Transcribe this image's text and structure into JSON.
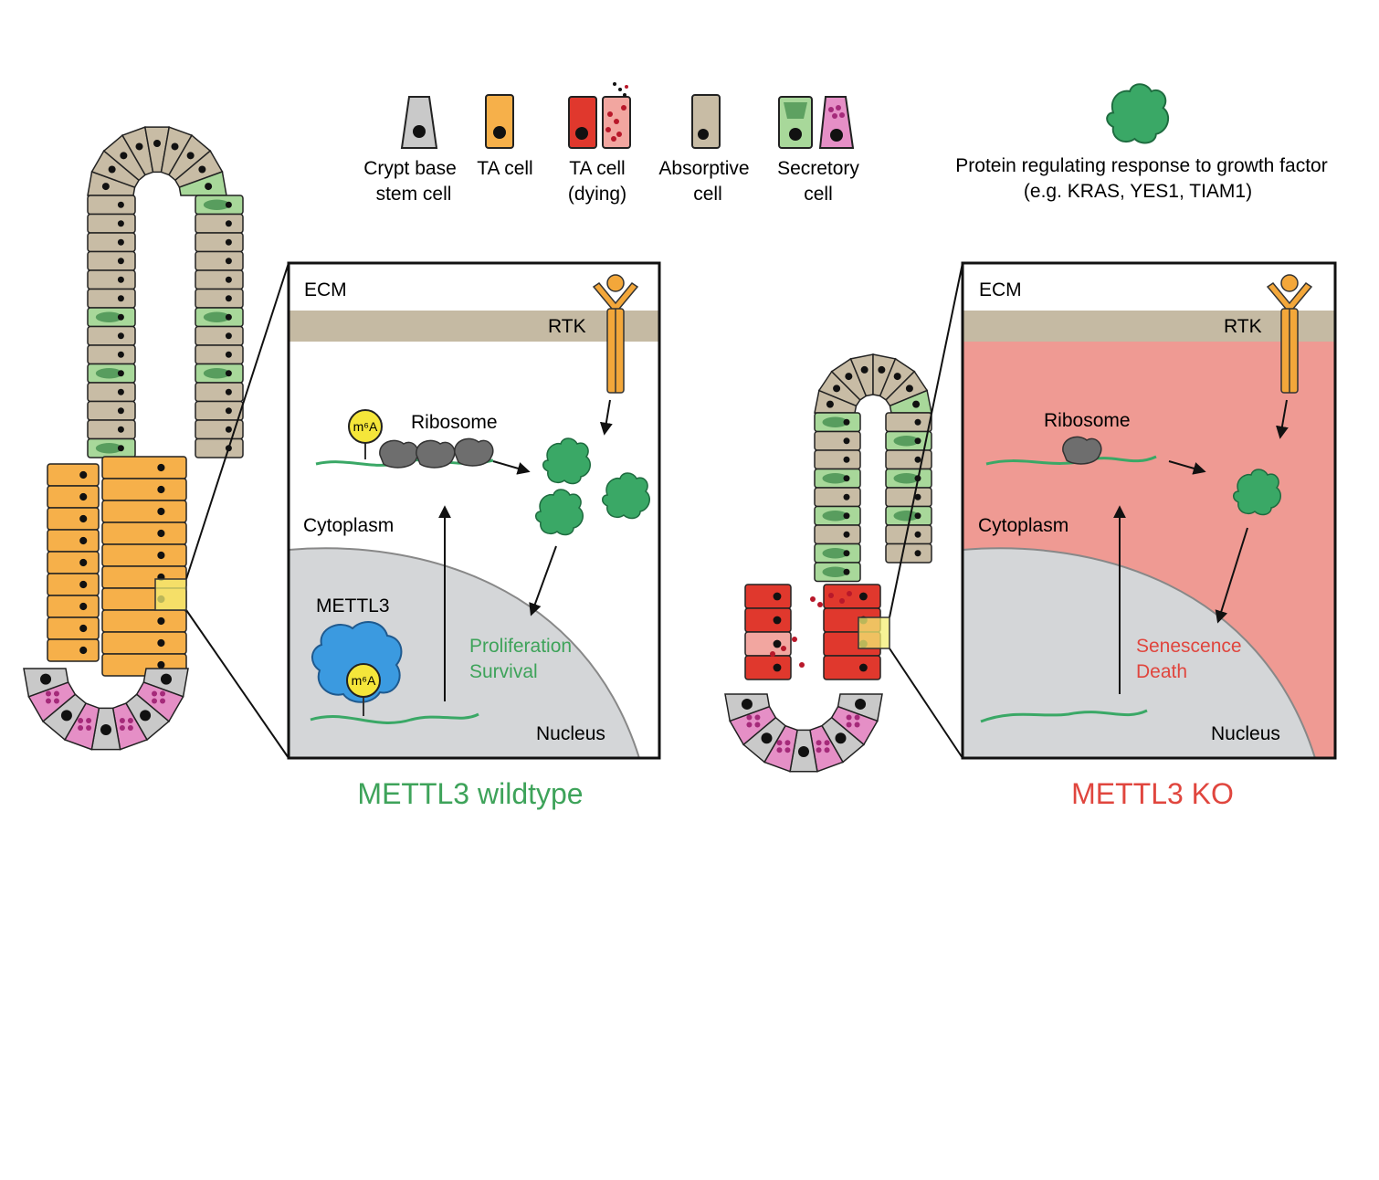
{
  "legend": {
    "items": [
      {
        "line1": "Crypt base",
        "line2": "stem cell"
      },
      {
        "line1": "TA cell",
        "line2": ""
      },
      {
        "line1": "TA cell",
        "line2": "(dying)"
      },
      {
        "line1": "Absorptive",
        "line2": "cell"
      },
      {
        "line1": "Secretory",
        "line2": "cell"
      }
    ],
    "protein_line1": "Protein regulating response to growth factor",
    "protein_line2": "(e.g. KRAS, YES1, TIAM1)"
  },
  "panels": [
    {
      "ecm": "ECM",
      "rtk": "RTK",
      "ribosome": "Ribosome",
      "cytoplasm": "Cytoplasm",
      "nucleus": "Nucleus",
      "mettl3": "METTL3",
      "m6a": "m⁶A",
      "outcome1": "Proliferation",
      "outcome2": "Survival",
      "caption": "METTL3 wildtype"
    },
    {
      "ecm": "ECM",
      "rtk": "RTK",
      "ribosome": "Ribosome",
      "cytoplasm": "Cytoplasm",
      "nucleus": "Nucleus",
      "outcome1": "Senescence",
      "outcome2": "Death",
      "caption": "METTL3 KO"
    }
  ],
  "colors": {
    "stem": "#c9c9c9",
    "ta": "#f6b04a",
    "ta_dying": "#e0382d",
    "absorptive": "#c8bca5",
    "secretory_green": "#a8d89a",
    "secretory_pink": "#e58fc6",
    "protein": "#3aa866",
    "mettl3": "#3b9ae0",
    "m6a": "#f5e63a",
    "ecm_band": "#c5baa3",
    "ko_cytoplasm": "#ef9a93",
    "nucleus": "#d4d6d8",
    "rtk": "#f3a73a",
    "wt_text": "#3ea35a",
    "ko_text": "#e0463e"
  }
}
